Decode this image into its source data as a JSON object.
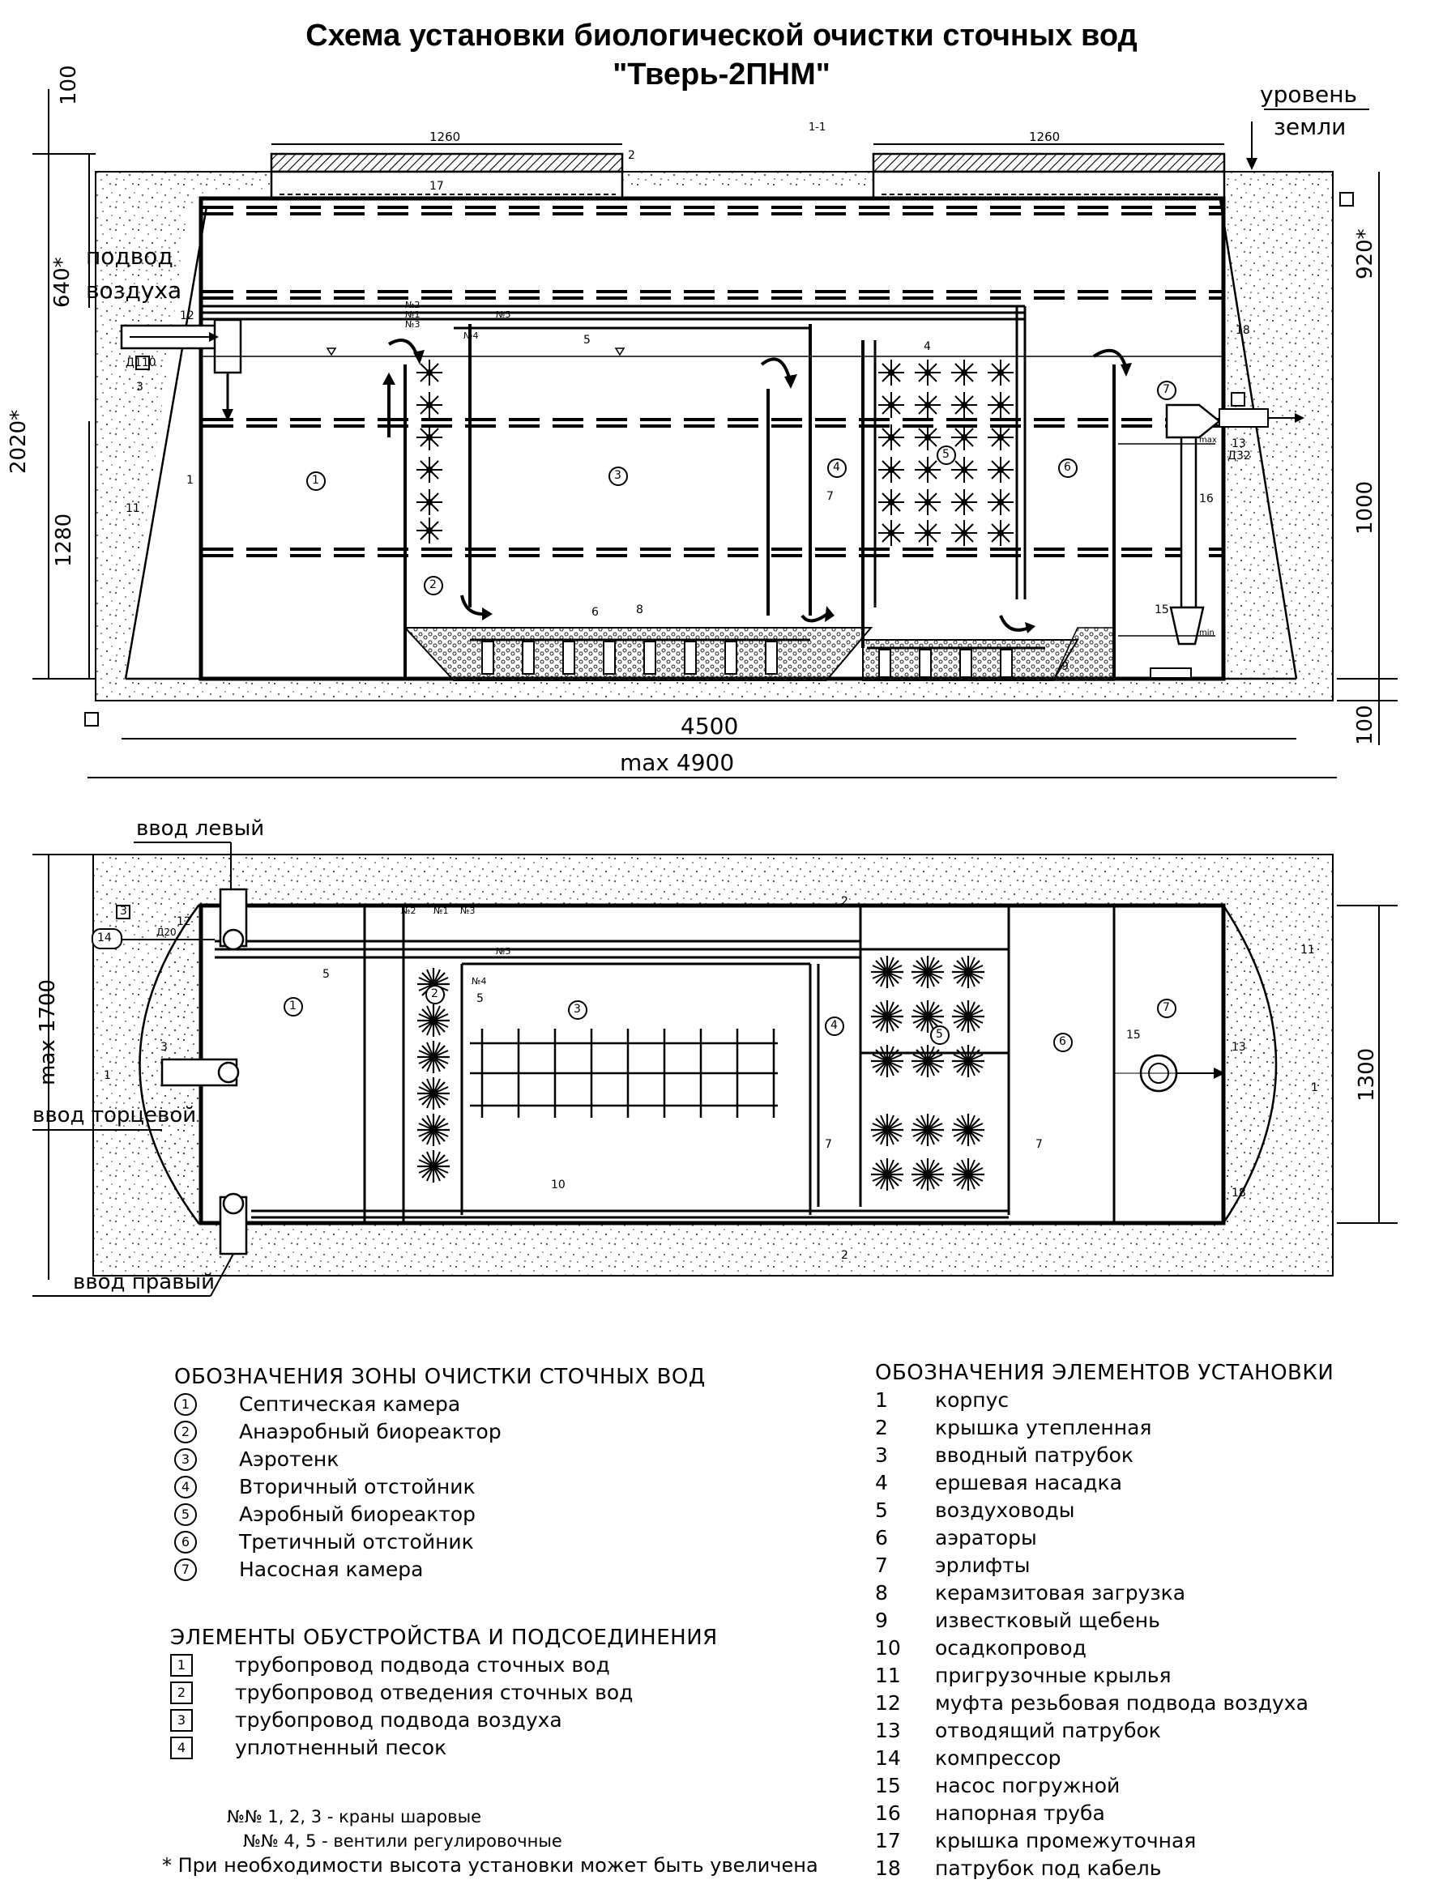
{
  "title": {
    "line1": "Схема установки биологической очистки сточных вод",
    "line2": "\"Тверь-2ПНМ\""
  },
  "section": {
    "cut_label": "1-1",
    "ground_label_1": "уровень",
    "ground_label_2": "земли",
    "air_label_1": "подвод",
    "air_label_2": "воздуха",
    "dims": {
      "lid_left": "1260",
      "lid_right": "1260",
      "top_100": "100",
      "h_640": "640*",
      "h_2020": "2020*",
      "h_1280": "1280",
      "h_920": "920*",
      "h_1000": "1000",
      "bottom_100": "100",
      "len_4500": "4500",
      "len_max": "max 4900"
    },
    "pipe_in_label": "Д110",
    "pipe_out_label": "Д32",
    "valves": [
      "№2",
      "№1",
      "№3",
      "№4",
      "№5"
    ],
    "zones": [
      "1",
      "2",
      "3",
      "4",
      "5",
      "6",
      "7"
    ],
    "elements": [
      "1",
      "2",
      "3",
      "4",
      "5",
      "6",
      "7",
      "8",
      "9",
      "11",
      "12",
      "13",
      "15",
      "16",
      "17",
      "18"
    ],
    "levels": [
      "max",
      "min"
    ]
  },
  "plan": {
    "inlet_left": "ввод левый",
    "inlet_end": "ввод торцевой",
    "inlet_right": "ввод правый",
    "dim_max_1700": "max 1700",
    "dim_1300": "1300",
    "cut_marks": [
      "1",
      "2",
      "2",
      "1"
    ],
    "valves": [
      "№2",
      "№1",
      "№3",
      "№4",
      "№5"
    ],
    "zones": [
      "1",
      "2",
      "3",
      "4",
      "5",
      "6",
      "7"
    ],
    "elements": [
      "3",
      "3",
      "5",
      "5",
      "7",
      "7",
      "10",
      "11",
      "12",
      "13",
      "14",
      "15",
      "18",
      "Д20"
    ]
  },
  "legend_zones": {
    "header": "ОБОЗНАЧЕНИЯ ЗОНЫ ОЧИСТКИ СТОЧНЫХ ВОД",
    "items": [
      {
        "mark": "1",
        "label": "Септическая камера"
      },
      {
        "mark": "2",
        "label": "Анаэробный биореактор"
      },
      {
        "mark": "3",
        "label": "Аэротенк"
      },
      {
        "mark": "4",
        "label": "Вторичный отстойник"
      },
      {
        "mark": "5",
        "label": "Аэробный биореактор"
      },
      {
        "mark": "6",
        "label": "Третичный отстойник"
      },
      {
        "mark": "7",
        "label": "Насосная камера"
      }
    ]
  },
  "legend_connections": {
    "header": "ЭЛЕМЕНТЫ ОБУСТРОЙСТВА И ПОДСОЕДИНЕНИЯ",
    "items": [
      {
        "mark": "1",
        "label": "трубопровод подвода сточных вод"
      },
      {
        "mark": "2",
        "label": "трубопровод отведения сточных вод"
      },
      {
        "mark": "3",
        "label": "трубопровод подвода воздуха"
      },
      {
        "mark": "4",
        "label": "уплотненный песок"
      }
    ]
  },
  "notes": {
    "line1": "№№ 1, 2, 3 - краны шаровые",
    "line2": "№№ 4, 5 - вентили регулировочные",
    "line3": "* При необходимости высота установки может быть увеличена"
  },
  "legend_elements": {
    "header": "ОБОЗНАЧЕНИЯ ЭЛЕМЕНТОВ УСТАНОВКИ",
    "items": [
      {
        "num": "1",
        "label": "корпус"
      },
      {
        "num": "2",
        "label": "крышка утепленная"
      },
      {
        "num": "3",
        "label": "вводный патрубок"
      },
      {
        "num": "4",
        "label": "ершевая насадка"
      },
      {
        "num": "5",
        "label": "воздуховоды"
      },
      {
        "num": "6",
        "label": "аэраторы"
      },
      {
        "num": "7",
        "label": "эрлифты"
      },
      {
        "num": "8",
        "label": "керамзитовая загрузка"
      },
      {
        "num": "9",
        "label": "известковый щебень"
      },
      {
        "num": "10",
        "label": "осадкопровод"
      },
      {
        "num": "11",
        "label": "пригрузочные крылья"
      },
      {
        "num": "12",
        "label": "муфта резьбовая подвода воздуха"
      },
      {
        "num": "13",
        "label": "отводящий патрубок"
      },
      {
        "num": "14",
        "label": "компрессор"
      },
      {
        "num": "15",
        "label": "насос погружной"
      },
      {
        "num": "16",
        "label": "напорная труба"
      },
      {
        "num": "17",
        "label": "крышка промежуточная"
      },
      {
        "num": "18",
        "label": "патрубок под кабель"
      }
    ]
  }
}
